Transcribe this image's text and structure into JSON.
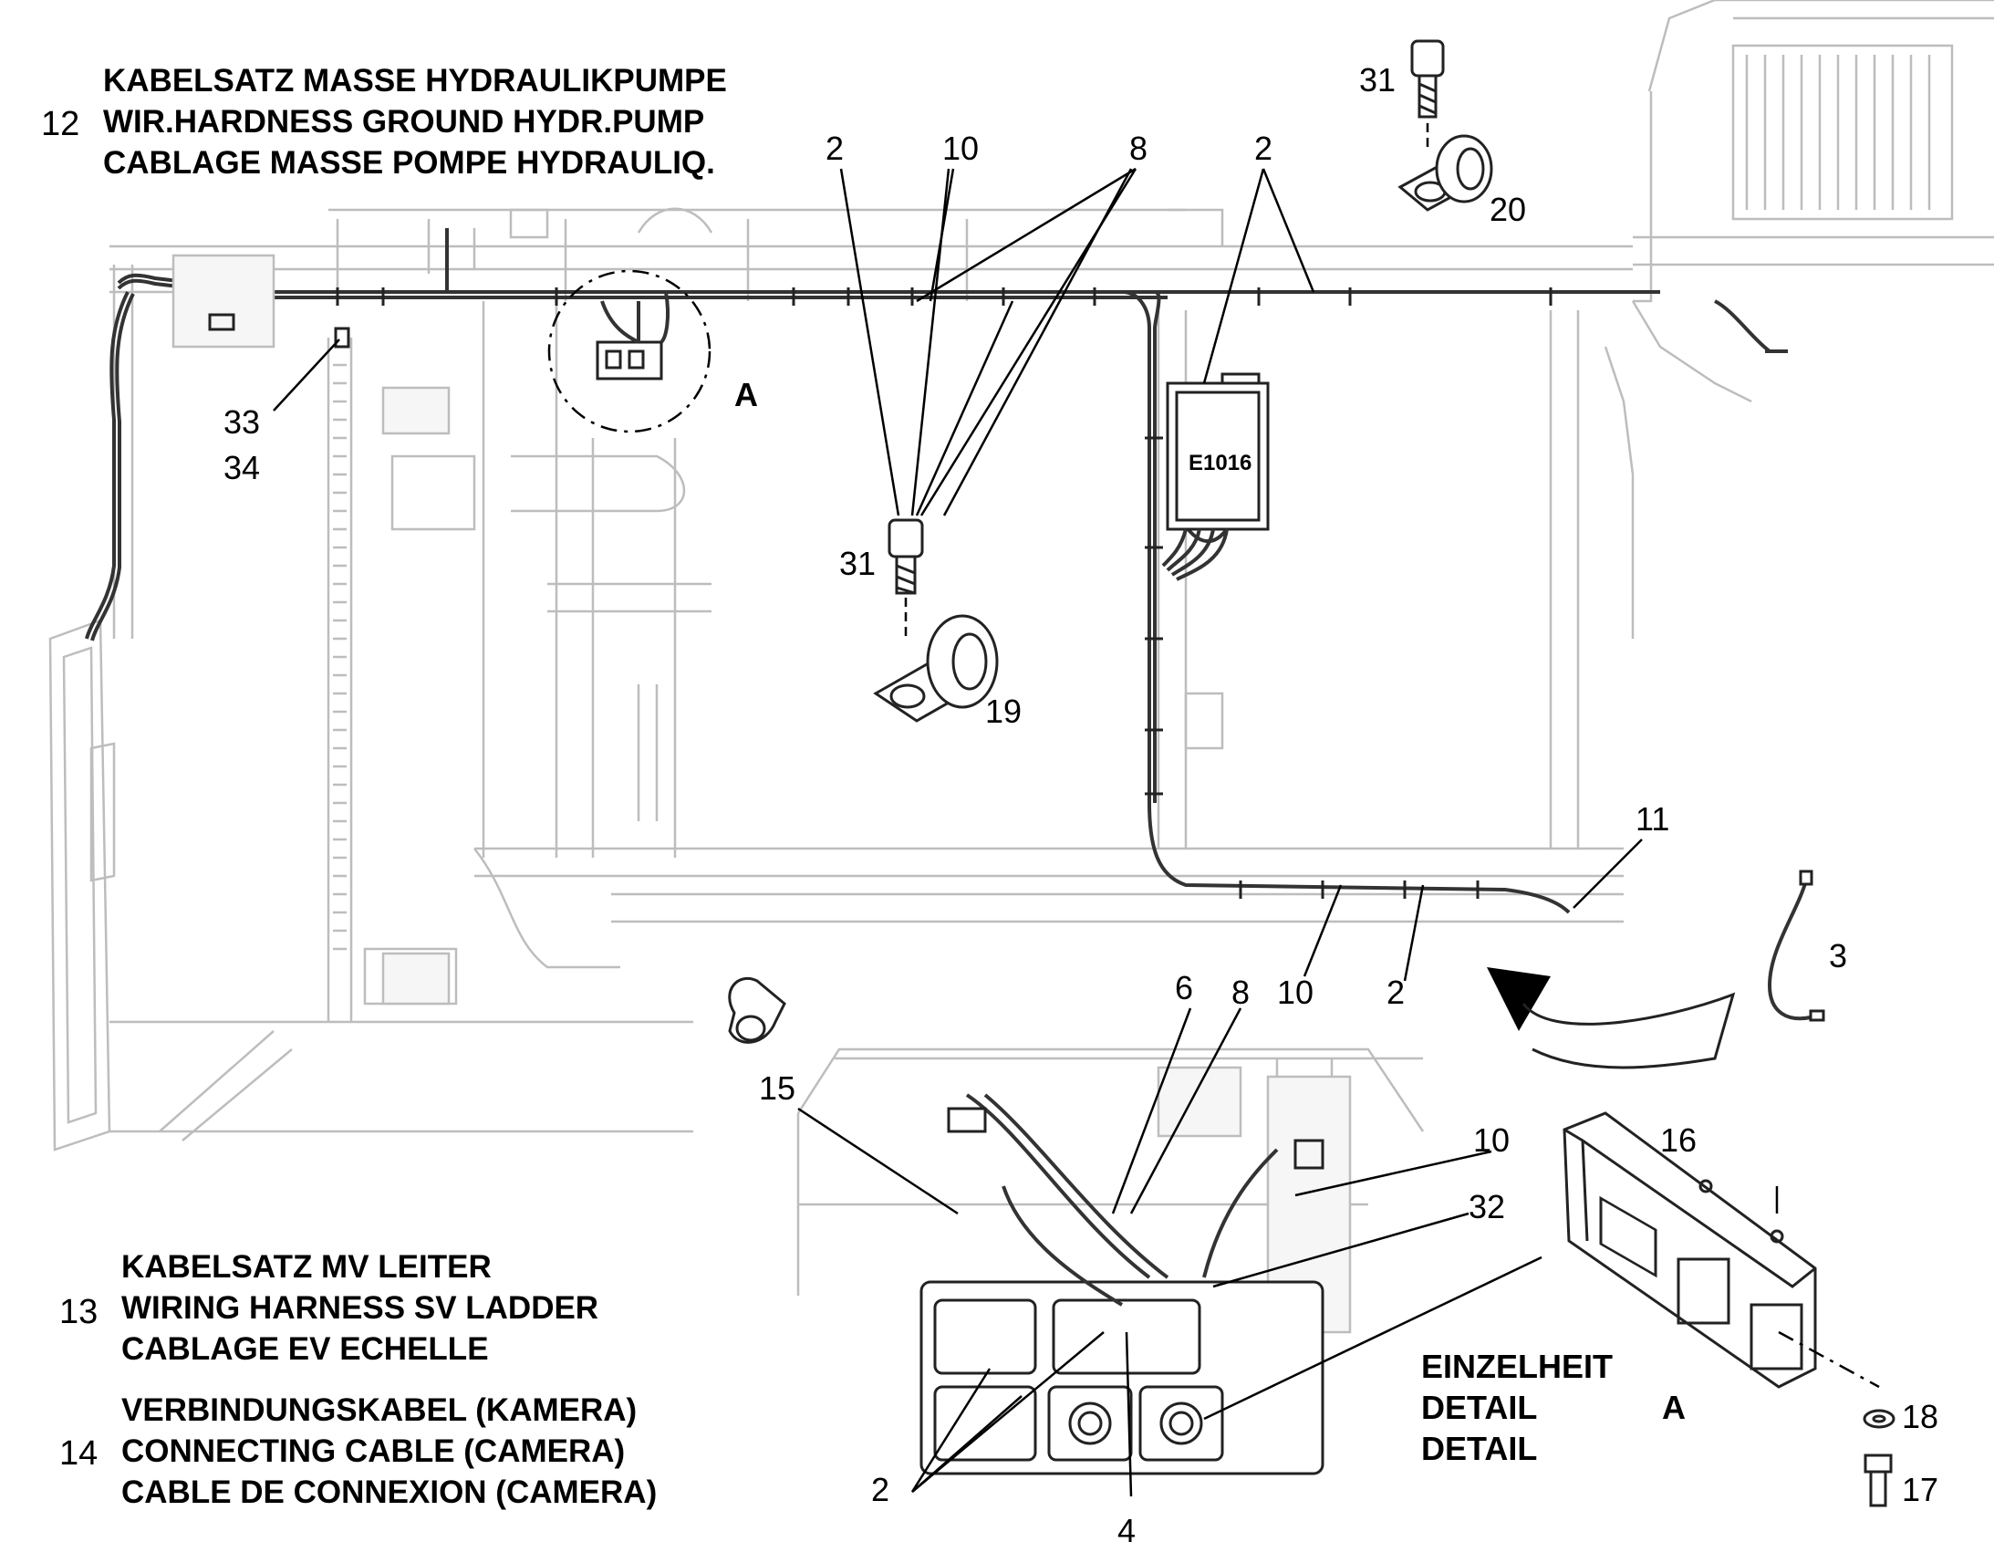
{
  "headers": {
    "item12": {
      "number": "12",
      "lines": [
        "KABELSATZ MASSE HYDRAULIKPUMPE",
        "WIR.HARDNESS GROUND HYDR.PUMP",
        "CABLAGE MASSE POMPE HYDRAULIQ."
      ]
    },
    "item13": {
      "number": "13",
      "lines": [
        "KABELSATZ MV LEITER",
        "WIRING HARNESS SV LADDER",
        "CABLAGE EV ECHELLE"
      ]
    },
    "item14": {
      "number": "14",
      "lines": [
        "VERBINDUNGSKABEL (KAMERA)",
        "CONNECTING CABLE (CAMERA)",
        "CABLE DE CONNEXION (CAMERA)"
      ]
    }
  },
  "detail": {
    "lines": [
      "EINZELHEIT",
      "DETAIL",
      "DETAIL"
    ],
    "letter": "A"
  },
  "detail_marker": "A",
  "component_label": "E1016",
  "callouts": {
    "top_2a": "2",
    "top_10": "10",
    "top_8": "8",
    "top_2b": "2",
    "c31_top": "31",
    "c20": "20",
    "c33": "33",
    "c34": "34",
    "c31_mid": "31",
    "c19": "19",
    "c11": "11",
    "c3": "3",
    "c6": "6",
    "c8_low": "8",
    "c10_low": "10",
    "c2_low": "2",
    "c15": "15",
    "c10_det": "10",
    "c32": "32",
    "c2_det": "2",
    "c4": "4",
    "c16": "16",
    "c18": "18",
    "c17": "17"
  }
}
